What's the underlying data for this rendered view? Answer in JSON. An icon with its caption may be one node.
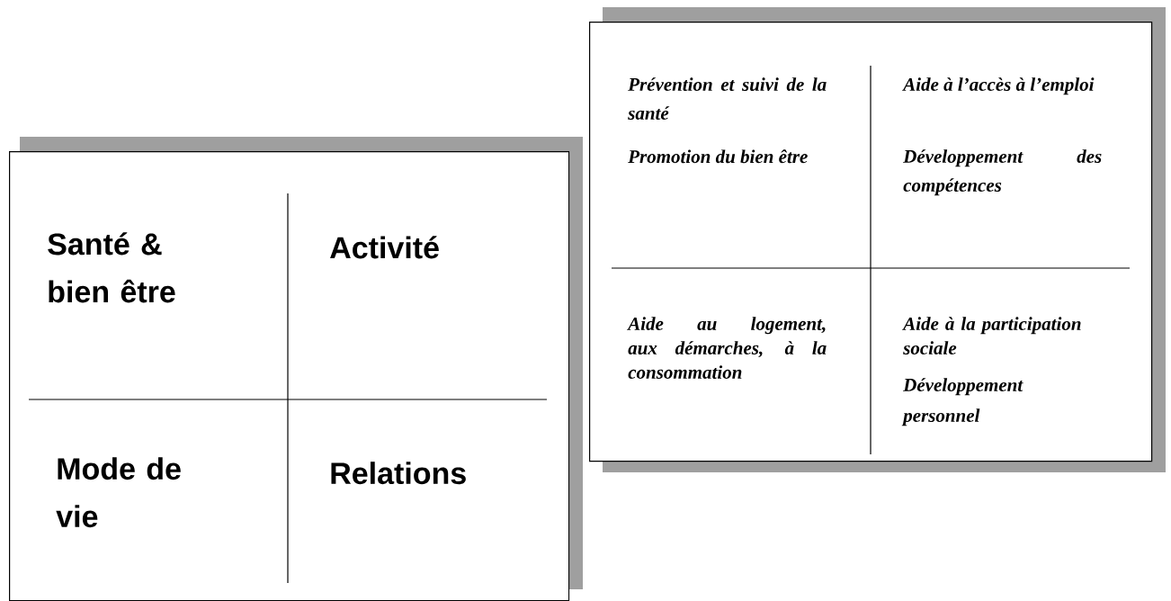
{
  "diagram": {
    "nodes": [
      {
        "text": [
          "Santé & bien être",
          "Activité",
          "Mode de vie",
          "Relations"
        ]
      },
      {
        "text": [
          "Prévention et suivi de la santé",
          "Promotion du bien être",
          "Aide à l’accès à l’emploi",
          "Développement des compétences",
          "Aide au logement, aux démarches, à la consommation",
          "Aide à la participation sociale",
          "Développement personnel"
        ]
      }
    ]
  }
}
